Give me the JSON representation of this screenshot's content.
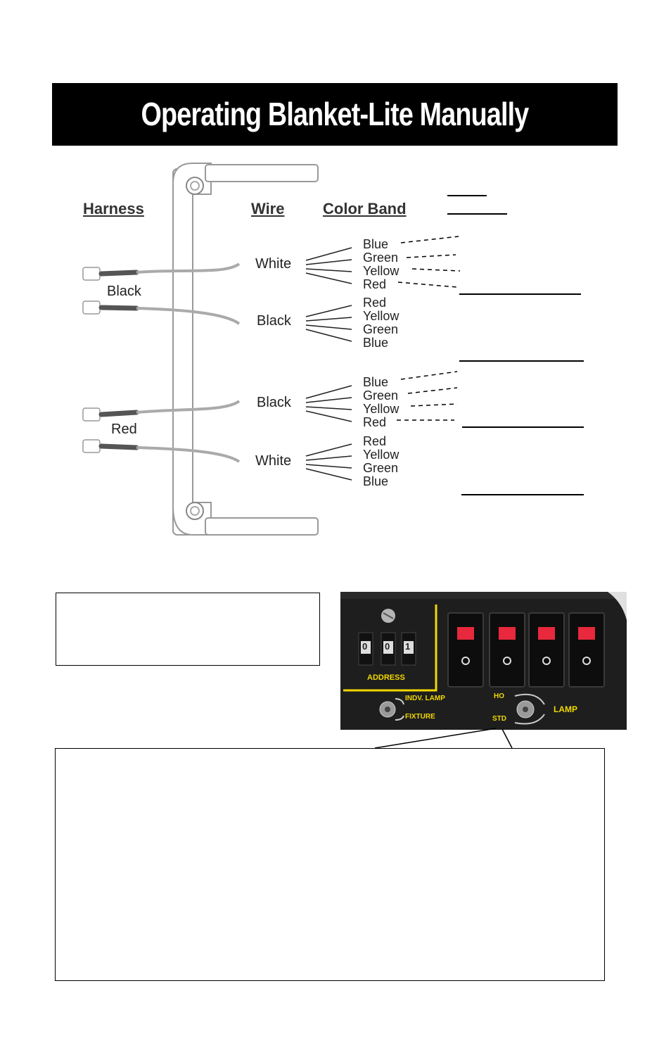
{
  "title": "Operating Blanket-Lite Manually",
  "diagram": {
    "headers": {
      "harness": "Harness",
      "wire": "Wire",
      "color_band": "Color Band"
    },
    "harness_labels": [
      "Black",
      "Red"
    ],
    "wires": [
      "White",
      "Black",
      "Black",
      "White"
    ],
    "bands": [
      [
        "Blue",
        "Green",
        "Yellow",
        "Red"
      ],
      [
        "Red",
        "Yellow",
        "Green",
        "Blue"
      ],
      [
        "Blue",
        "Green",
        "Yellow",
        "Red"
      ],
      [
        "Red",
        "Yellow",
        "Green",
        "Blue"
      ]
    ]
  },
  "panel": {
    "address_digits": [
      "0",
      "0",
      "1"
    ],
    "address_label": "ADDRESS",
    "indv_lamp": "INDV. LAMP",
    "fixture": "FIXTURE",
    "ho": "HO",
    "std": "STD",
    "lamp": "LAMP"
  },
  "colors": {
    "panel_yellow": "#f2d800",
    "switch_red": "#e8283c",
    "title_bg": "#000000"
  }
}
